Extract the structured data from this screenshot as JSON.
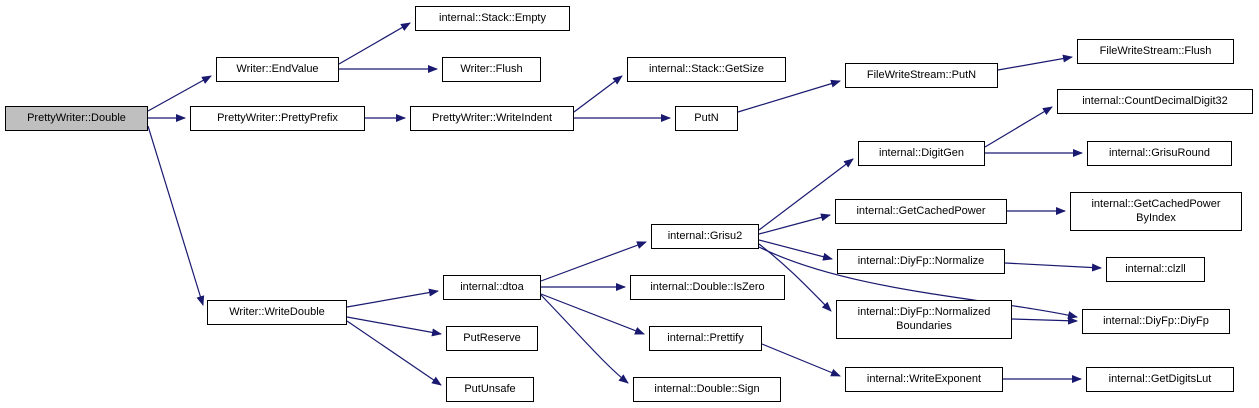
{
  "diagram": {
    "type": "call-graph",
    "root": "PrettyWriter::Double",
    "edge_color": "#191970",
    "node_border_color": "#000000",
    "root_fill": "#bfbfbf",
    "node_fill": "#ffffff",
    "nodes": [
      {
        "label": "PrettyWriter::Double"
      },
      {
        "label": "Writer::EndValue"
      },
      {
        "label": "internal::Stack::Empty"
      },
      {
        "label": "Writer::Flush"
      },
      {
        "label": "PrettyWriter::PrettyPrefix"
      },
      {
        "label": "PrettyWriter::WriteIndent"
      },
      {
        "label": "internal::Stack::GetSize"
      },
      {
        "label": "PutN"
      },
      {
        "label": "FileWriteStream::PutN"
      },
      {
        "label": "FileWriteStream::Flush"
      },
      {
        "label": "internal::CountDecimalDigit32"
      },
      {
        "label": "internal::DigitGen"
      },
      {
        "label": "internal::GrisuRound"
      },
      {
        "label": "internal::GetCachedPower"
      },
      {
        "label": "internal::GetCachedPower\nByIndex"
      },
      {
        "label": "internal::Grisu2"
      },
      {
        "label": "internal::DiyFp::Normalize"
      },
      {
        "label": "internal::clzll"
      },
      {
        "label": "internal::dtoa"
      },
      {
        "label": "internal::Double::IsZero"
      },
      {
        "label": "internal::DiyFp::Normalized\nBoundaries"
      },
      {
        "label": "internal::DiyFp::DiyFp"
      },
      {
        "label": "Writer::WriteDouble"
      },
      {
        "label": "internal::Prettify"
      },
      {
        "label": "PutReserve"
      },
      {
        "label": "internal::WriteExponent"
      },
      {
        "label": "internal::GetDigitsLut"
      },
      {
        "label": "PutUnsafe"
      },
      {
        "label": "internal::Double::Sign"
      }
    ],
    "edges": [
      {
        "from": "PrettyWriter::Double",
        "to": "Writer::EndValue"
      },
      {
        "from": "PrettyWriter::Double",
        "to": "PrettyWriter::PrettyPrefix"
      },
      {
        "from": "PrettyWriter::Double",
        "to": "Writer::WriteDouble"
      },
      {
        "from": "Writer::EndValue",
        "to": "internal::Stack::Empty"
      },
      {
        "from": "Writer::EndValue",
        "to": "Writer::Flush"
      },
      {
        "from": "PrettyWriter::PrettyPrefix",
        "to": "PrettyWriter::WriteIndent"
      },
      {
        "from": "PrettyWriter::WriteIndent",
        "to": "internal::Stack::GetSize"
      },
      {
        "from": "PrettyWriter::WriteIndent",
        "to": "PutN"
      },
      {
        "from": "PutN",
        "to": "FileWriteStream::PutN"
      },
      {
        "from": "FileWriteStream::PutN",
        "to": "FileWriteStream::Flush"
      },
      {
        "from": "Writer::WriteDouble",
        "to": "internal::dtoa"
      },
      {
        "from": "Writer::WriteDouble",
        "to": "PutReserve"
      },
      {
        "from": "Writer::WriteDouble",
        "to": "PutUnsafe"
      },
      {
        "from": "internal::dtoa",
        "to": "internal::Grisu2"
      },
      {
        "from": "internal::dtoa",
        "to": "internal::Double::IsZero"
      },
      {
        "from": "internal::dtoa",
        "to": "internal::Prettify"
      },
      {
        "from": "internal::dtoa",
        "to": "internal::Double::Sign"
      },
      {
        "from": "internal::Grisu2",
        "to": "internal::DigitGen"
      },
      {
        "from": "internal::Grisu2",
        "to": "internal::GetCachedPower"
      },
      {
        "from": "internal::Grisu2",
        "to": "internal::DiyFp::Normalize"
      },
      {
        "from": "internal::Grisu2",
        "to": "internal::DiyFp::NormalizedBoundaries"
      },
      {
        "from": "internal::Grisu2",
        "to": "internal::DiyFp::DiyFp"
      },
      {
        "from": "internal::DigitGen",
        "to": "internal::CountDecimalDigit32"
      },
      {
        "from": "internal::DigitGen",
        "to": "internal::GrisuRound"
      },
      {
        "from": "internal::GetCachedPower",
        "to": "internal::GetCachedPowerByIndex"
      },
      {
        "from": "internal::DiyFp::Normalize",
        "to": "internal::clzll"
      },
      {
        "from": "internal::DiyFp::NormalizedBoundaries",
        "to": "internal::DiyFp::DiyFp"
      },
      {
        "from": "internal::Prettify",
        "to": "internal::WriteExponent"
      },
      {
        "from": "internal::WriteExponent",
        "to": "internal::GetDigitsLut"
      }
    ]
  }
}
